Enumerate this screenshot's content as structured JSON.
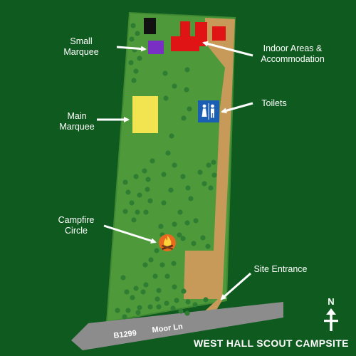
{
  "title": "WEST HALL SCOUT CAMPSITE",
  "compass": {
    "label": "N"
  },
  "roads": {
    "road_number": "B1299",
    "road_name": "Moor Ln"
  },
  "labels": {
    "small_marquee": [
      "Small",
      "Marquee"
    ],
    "main_marquee": [
      "Main",
      "Marquee"
    ],
    "campfire": [
      "Campfire",
      "Circle"
    ],
    "indoor": [
      "Indoor Areas &",
      "Accommodation"
    ],
    "toilets": [
      "Toilets"
    ],
    "entrance": [
      "Site Entrance"
    ]
  },
  "icons": {
    "toilets": "toilets-icon",
    "campfire": "campfire-icon",
    "north_arrow": "north-arrow-icon"
  },
  "colors": {
    "background": "#0f5a1f",
    "field": "#4e9a3a",
    "field_edge": "#3f8a33",
    "tree": "#2f7d32",
    "track": "#c89a5a",
    "road": "#8c8c8c",
    "buildings": "#e01414",
    "small_marquee": "#7a2fc4",
    "main_marquee": "#f2e450",
    "toilets_sign": "#1a5fb4",
    "campfire": "#e86a1e"
  }
}
